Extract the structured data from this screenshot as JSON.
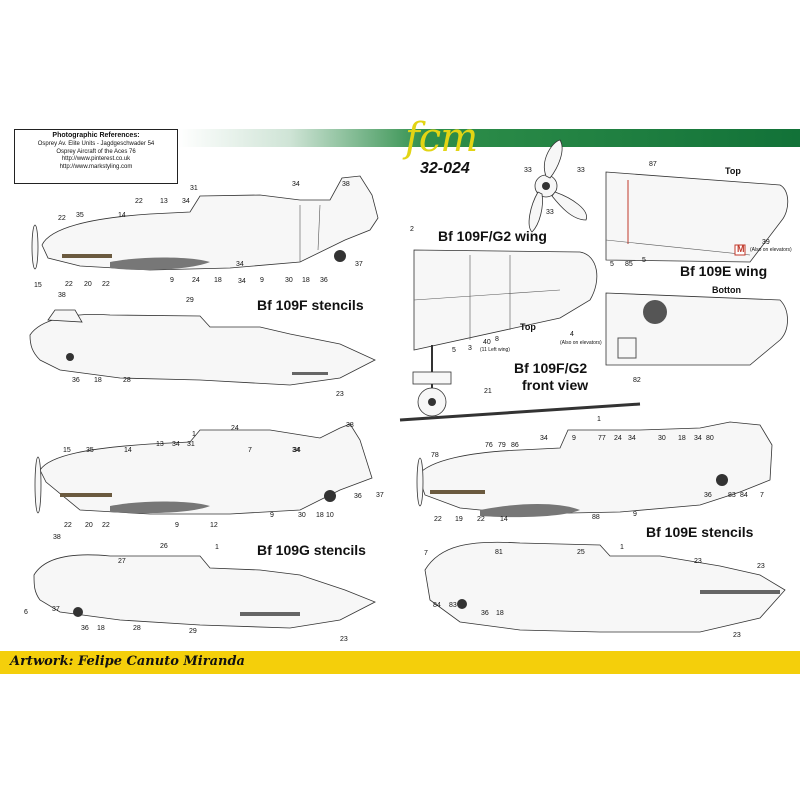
{
  "references": {
    "title": "Photographic References:",
    "lines": [
      "Osprey Av. Elite Units - Jagdgeschwader 54",
      "Osprey Aircraft of the Aces 76",
      "http://www.pinterest.co.uk",
      "http://www.markstyling.com"
    ]
  },
  "brand": {
    "logo": "fcm",
    "code": "32-024"
  },
  "labels": {
    "f_stencils": "Bf 109F stencils",
    "g_stencils": "Bf 109G stencils",
    "e_stencils": "Bf 109E stencils",
    "fg2_wing": "Bf 109F/G2 wing",
    "e_wing": "Bf 109E wing",
    "front_view_1": "Bf 109F/G2",
    "front_view_2": "front view",
    "top_1": "Top",
    "top_2": "Top",
    "botton": "Botton",
    "also_elevators_1": "(Also on elevators)",
    "also_elevators_2": "(Also on elevators)",
    "left_wing": "(11 Left wing)",
    "marker_m": "M"
  },
  "footer": {
    "credit": "Artwork: Felipe Canuto Miranda"
  },
  "colors": {
    "green": "#127238",
    "yellow": "#f4cf0b",
    "logo_yellow": "#e2d414",
    "marker_red": "#c0392b"
  },
  "callouts": {
    "f_side": [
      "31",
      "38",
      "34",
      "13",
      "34",
      "22",
      "35",
      "14",
      "22",
      "34",
      "15",
      "22",
      "20",
      "22",
      "9",
      "24",
      "18",
      "34",
      "9",
      "30",
      "18",
      "36",
      "37"
    ],
    "f_top": [
      "38",
      "29",
      "36",
      "18",
      "28",
      "23"
    ],
    "prop": [
      "33",
      "33",
      "33"
    ],
    "fg2_wing": [
      "2",
      "8",
      "40",
      "3",
      "5",
      "4"
    ],
    "front": [
      "21"
    ],
    "e_wing": [
      "87",
      "5",
      "85",
      "5",
      "39"
    ],
    "e_bottom": [
      "82"
    ],
    "g_side": [
      "1",
      "24",
      "38",
      "15",
      "35",
      "13",
      "34",
      "31",
      "14",
      "22",
      "20",
      "22",
      "9",
      "12",
      "9",
      "30",
      "18",
      "10",
      "36",
      "37",
      "7",
      "34",
      "34"
    ],
    "g_top": [
      "38",
      "26",
      "1",
      "27",
      "6",
      "37",
      "36",
      "18",
      "28",
      "29",
      "23"
    ],
    "e_side": [
      "1",
      "78",
      "76",
      "79",
      "86",
      "34",
      "9",
      "77",
      "24",
      "34",
      "30",
      "18",
      "34",
      "80",
      "22",
      "19",
      "22",
      "14",
      "88",
      "9",
      "36",
      "83",
      "84",
      "7"
    ],
    "e_top": [
      "81",
      "25",
      "1",
      "7",
      "84",
      "83",
      "36",
      "18",
      "23",
      "23",
      "23"
    ]
  }
}
